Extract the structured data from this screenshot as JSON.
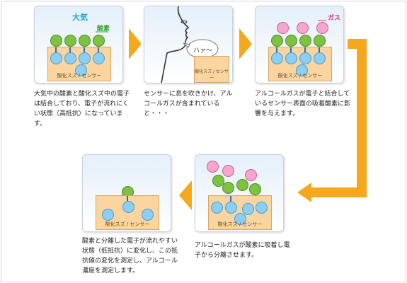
{
  "panels": [
    {
      "id": 1,
      "air_label": "大気",
      "oxygen_label": "酸素",
      "sensor_label": "酸化スズ / センサー"
    },
    {
      "id": 2,
      "breath_label": "ハァ〜",
      "sensor_label": "酸化スズ / センサー"
    },
    {
      "id": 3,
      "gas_label": "ガス",
      "sensor_label": "酸化スズ / センサー"
    },
    {
      "id": 4,
      "sensor_label": "酸化スズ / センサー"
    },
    {
      "id": 5,
      "sensor_label": "酸化スズ / センサー"
    }
  ],
  "captions": {
    "step1": "大気中の酸素と酸化スズ中の電子は結合しており、電子が流れにくい状態（高抵抗）になっています。",
    "step2": "センサーに息を吹きかけ、アルコールガスが含まれていると・・・",
    "step3": "アルコールガスが電子と結合しているセンサー表面の吸着酸素に影響を与えます。",
    "step4": "アルコールガスが酸素に吸着し電子から分離させます。",
    "step5": "酸素と分離した電子が流れやすい状態（低抵抗）に変化し、この抵抗値の変化を測定し、アルコール濃度を測定します。"
  },
  "colors": {
    "arrow": "#f5a81b",
    "oxygen": "#7dc242",
    "electron": "#8ccff3",
    "gas": "#f4a6cf",
    "sensor": "#fbd5a0",
    "air_label": "#1fa3dd",
    "oxygen_label": "#3aa335",
    "gas_label": "#e0297a"
  }
}
